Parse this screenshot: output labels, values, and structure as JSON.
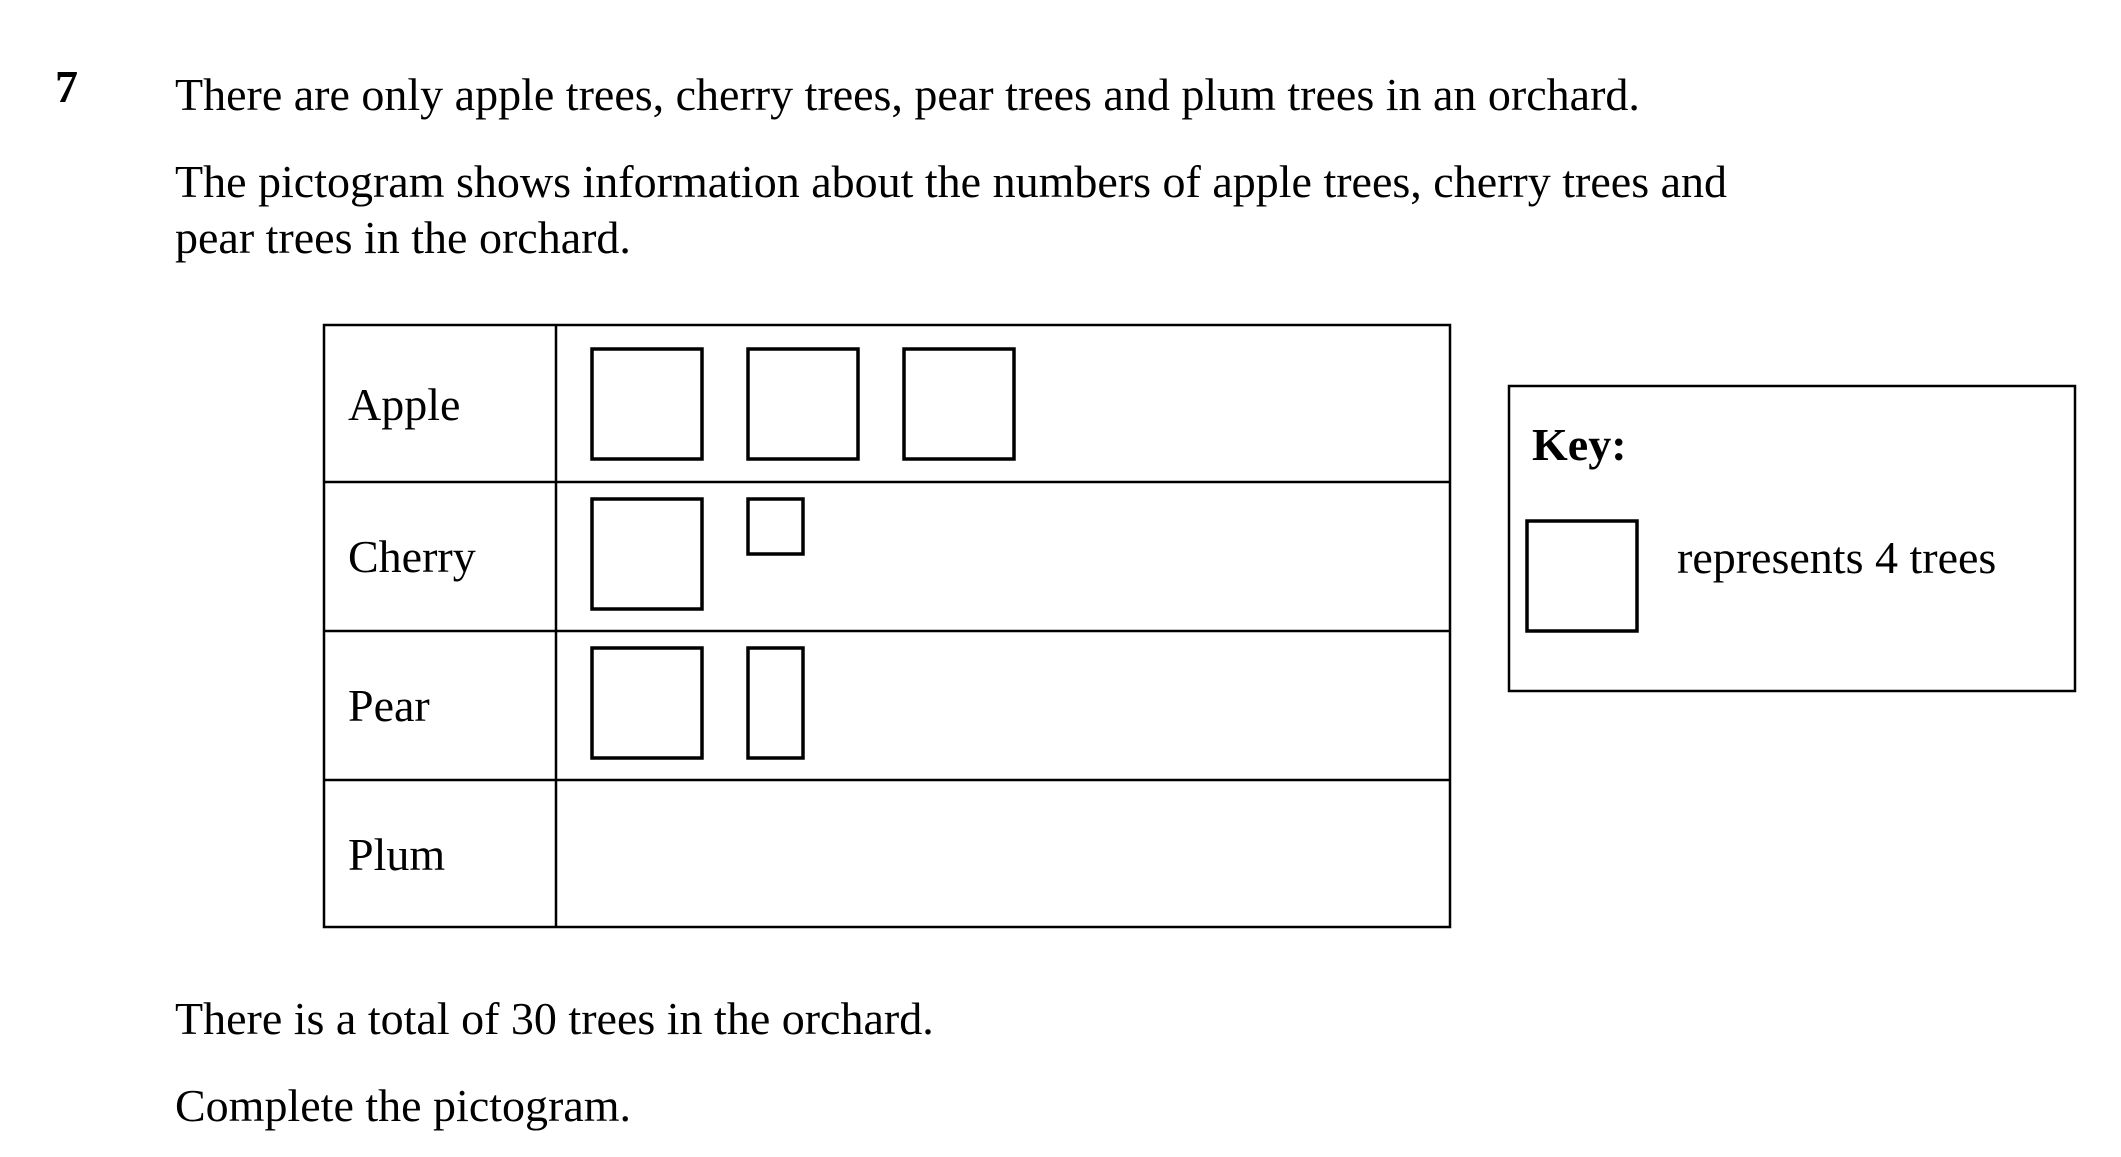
{
  "question": {
    "number": "7",
    "line1": "There are only apple trees, cherry trees, pear trees and plum trees in an orchard.",
    "line2": "The pictogram shows information about the numbers of apple trees, cherry trees and",
    "line3": "pear trees in the orchard.",
    "line4": "There is a total of 30 trees in the orchard.",
    "line5": "Complete the pictogram."
  },
  "chart_data": {
    "type": "pictogram",
    "categories": [
      "Apple",
      "Cherry",
      "Pear",
      "Plum"
    ],
    "values": [
      12,
      5,
      6,
      null
    ],
    "unit_value": 4,
    "key_label": "Key:",
    "key_text": "represents 4 trees"
  }
}
